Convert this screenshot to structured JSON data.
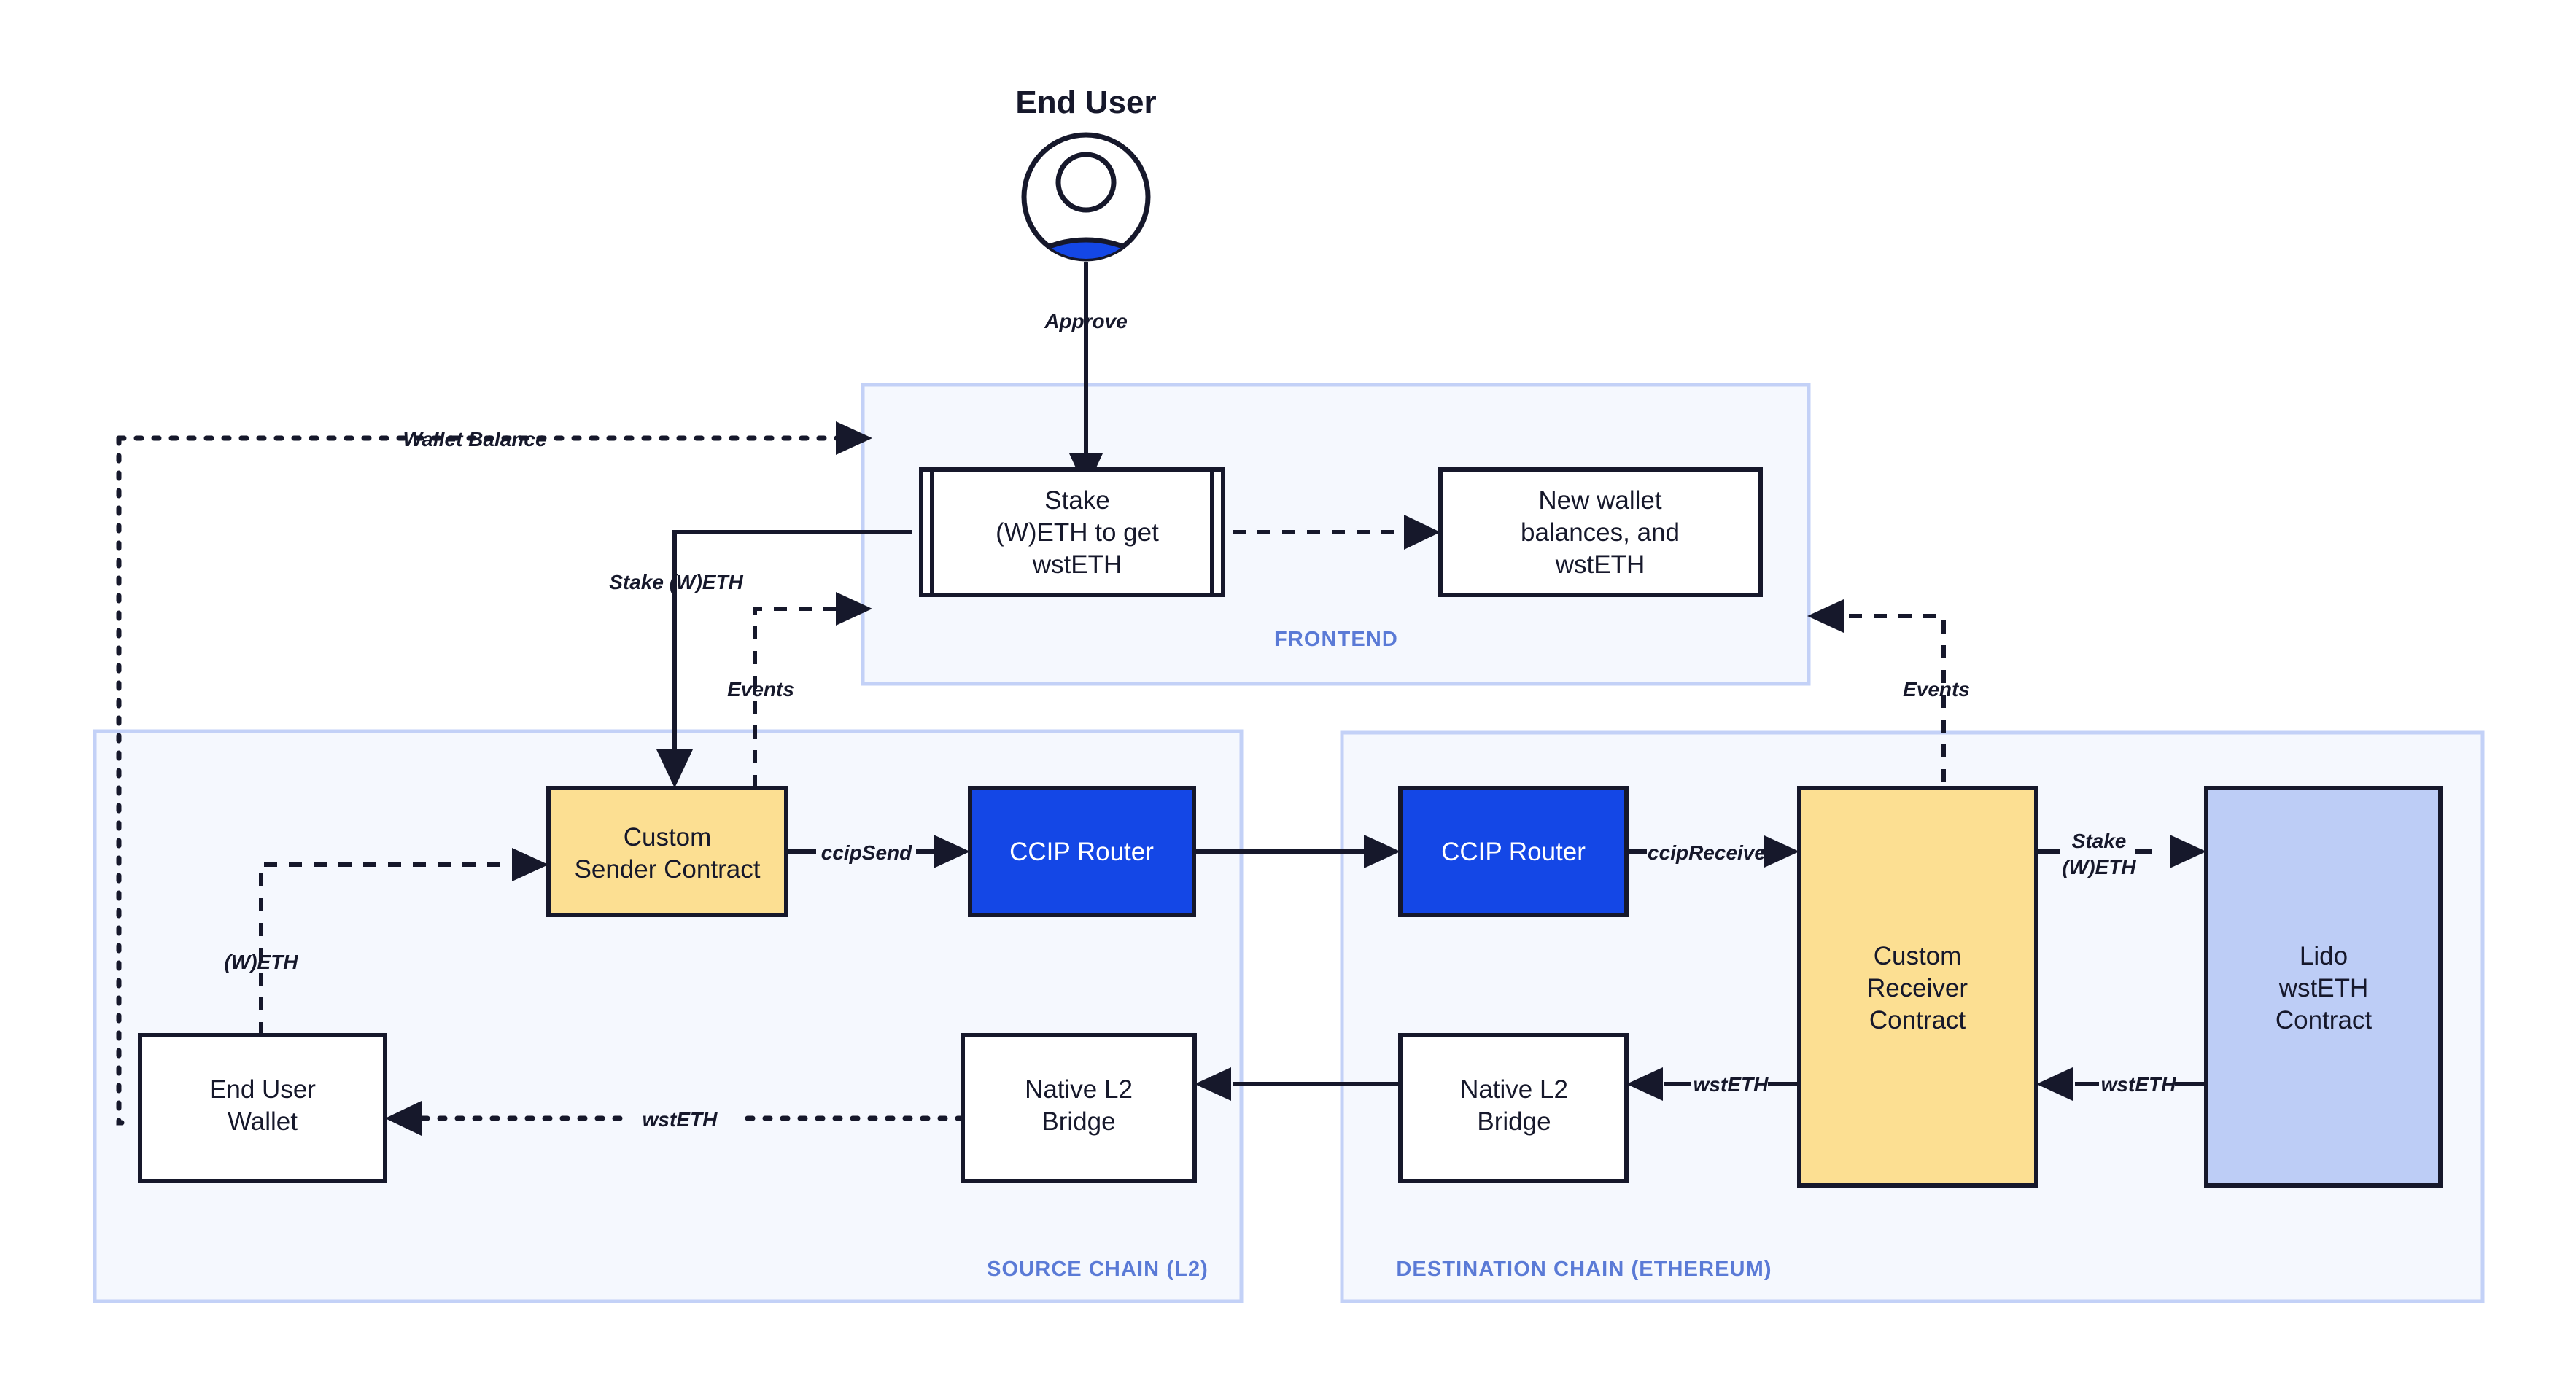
{
  "diagram": {
    "title": "End User",
    "zones": [
      {
        "id": "frontend",
        "label": "FRONTEND"
      },
      {
        "id": "source-chain",
        "label": "SOURCE CHAIN (L2)"
      },
      {
        "id": "destination-chain",
        "label": "DESTINATION CHAIN (ETHEREUM)"
      }
    ],
    "nodes": {
      "end_user": "End User",
      "stake_weth_card_line1": "Stake",
      "stake_weth_card_line2": "(W)ETH to get",
      "stake_weth_card_line3": "wstETH",
      "new_wallet_card_line1": "New wallet",
      "new_wallet_card_line2": "balances, and",
      "new_wallet_card_line3": "wstETH",
      "custom_sender_line1": "Custom",
      "custom_sender_line2": "Sender Contract",
      "ccip_router_source": "CCIP Router",
      "ccip_router_dest": "CCIP Router",
      "end_user_wallet_line1": "End User",
      "end_user_wallet_line2": "Wallet",
      "native_bridge_source_line1": "Native L2",
      "native_bridge_source_line2": "Bridge",
      "native_bridge_dest_line1": "Native L2",
      "native_bridge_dest_line2": "Bridge",
      "custom_receiver_line1": "Custom",
      "custom_receiver_line2": "Receiver",
      "custom_receiver_line3": "Contract",
      "lido_line1": "Lido",
      "lido_line2": "wstETH",
      "lido_line3": "Contract"
    },
    "edge_labels": {
      "approve": "Approve",
      "wallet_balance": "Wallet Balance",
      "stake_weth": "Stake (W)ETH",
      "events_left": "Events",
      "events_right": "Events",
      "weth": "(W)ETH",
      "ccip_send": "ccipSend",
      "ccip_receive": "ccipReceive",
      "wst_eth_source": "wstETH",
      "wst_eth_receiver": "wstETH",
      "wst_eth_lido": "wstETH",
      "stake_weth_dest_line1": "Stake",
      "stake_weth_dest_line2": "(W)ETH"
    },
    "colors": {
      "accent_blue": "#1447e6",
      "contract_yellow": "#fcdf92",
      "lido_lavender": "#bdcdf6",
      "zone_fill": "#f5f8fe",
      "zone_border": "#c3d1f7",
      "zone_label": "#5a7ad6",
      "stroke_dark": "#16182b"
    }
  }
}
